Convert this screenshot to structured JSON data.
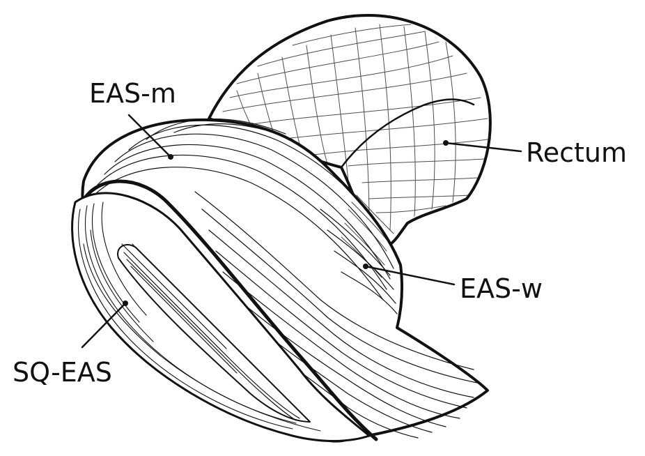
{
  "diagram": {
    "labels": {
      "eas_m": "EAS-m",
      "rectum": "Rectum",
      "eas_w": "EAS-w",
      "sq_eas": "SQ-EAS"
    },
    "colors": {
      "ink": "#111111",
      "background": "#ffffff"
    }
  }
}
